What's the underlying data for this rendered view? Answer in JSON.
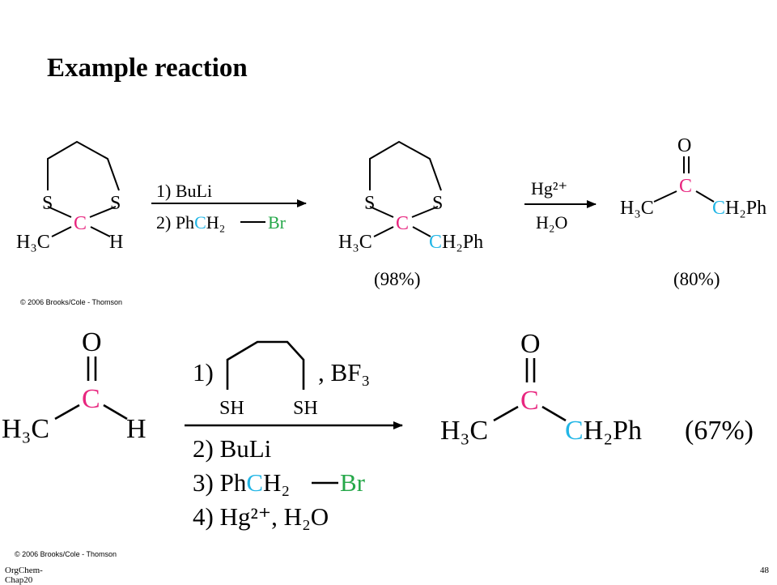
{
  "slide": {
    "title": "Example reaction",
    "copyright_top": "© 2006 Brooks/Cole - Thomson",
    "copyright_bottom": "© 2006 Brooks/Cole - Thomson",
    "footer_left": "OrgChem-Chap20",
    "page_number": "48"
  },
  "colors": {
    "carbon_pink": "#e8267f",
    "carbon_cyan": "#22b6e6",
    "bromine_green": "#26a84a",
    "ink": "#000000"
  },
  "reaction1": {
    "reactant": {
      "S_left": "S",
      "S_right": "S",
      "C": "C",
      "H3C": "H₃C",
      "H": "H"
    },
    "step1": {
      "reagent1": "1) BuLi",
      "reagent2_prefix": "2) Ph",
      "reagent2_C": "C",
      "reagent2_H2": "H₂",
      "reagent2_Br": "Br"
    },
    "intermediate": {
      "S_left": "S",
      "S_right": "S",
      "C": "C",
      "H3C": "H₃C",
      "C2": "C",
      "H2Ph": "H₂Ph",
      "yield": "(98%)"
    },
    "step2": {
      "top": "Hg²⁺",
      "bottom": "H₂O"
    },
    "product": {
      "O": "O",
      "C": "C",
      "H3C": "H₃C",
      "C2": "C",
      "H2Ph": "H₂Ph",
      "yield": "(80%)"
    }
  },
  "reaction2": {
    "reactant": {
      "O": "O",
      "C": "C",
      "H3C": "H₃C",
      "H": "H"
    },
    "steps": {
      "step1_num": "1)",
      "step1_sh_left": "SH",
      "step1_sh_right": "SH",
      "step1_bf3": ", BF₃",
      "step2": "2) BuLi",
      "step3_prefix": "3) Ph",
      "step3_C": "C",
      "step3_H2": "H₂",
      "step3_Br": "Br",
      "step4": "4) Hg²⁺, H₂O"
    },
    "product": {
      "O": "O",
      "C": "C",
      "H3C": "H₃C",
      "C2": "C",
      "H2Ph": "H₂Ph",
      "yield": "(67%)"
    }
  }
}
